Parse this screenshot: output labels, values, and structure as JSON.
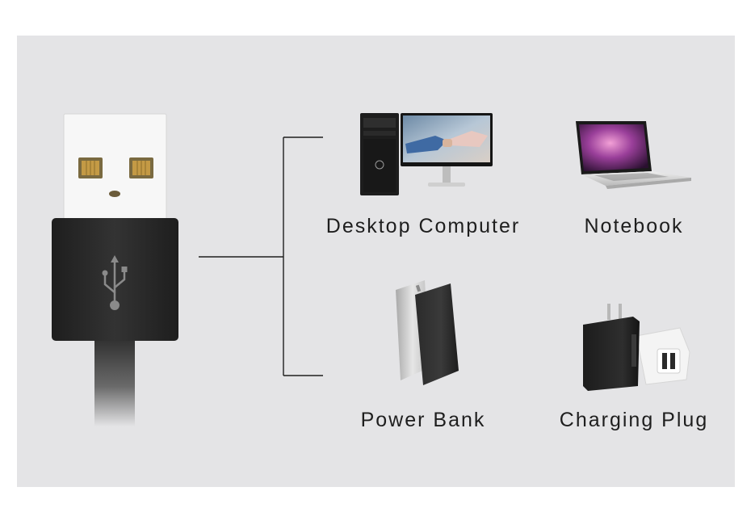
{
  "devices": [
    {
      "id": "desktop",
      "label": "Desktop Computer",
      "icon": "desktop-computer-icon"
    },
    {
      "id": "notebook",
      "label": "Notebook",
      "icon": "laptop-icon"
    },
    {
      "id": "powerbank",
      "label": "Power Bank",
      "icon": "power-bank-icon"
    },
    {
      "id": "charger",
      "label": "Charging Plug",
      "icon": "charging-plug-icon"
    }
  ],
  "icons": {
    "connector": "usb-a-connector-icon",
    "usb_symbol": "usb-symbol-icon"
  },
  "colors": {
    "background": "#e4e4e6",
    "text": "#1e1e1e",
    "connector_body": "#2b2b2b",
    "connector_metal": "#f7f7f7",
    "pin_gold": "#c49a45"
  }
}
